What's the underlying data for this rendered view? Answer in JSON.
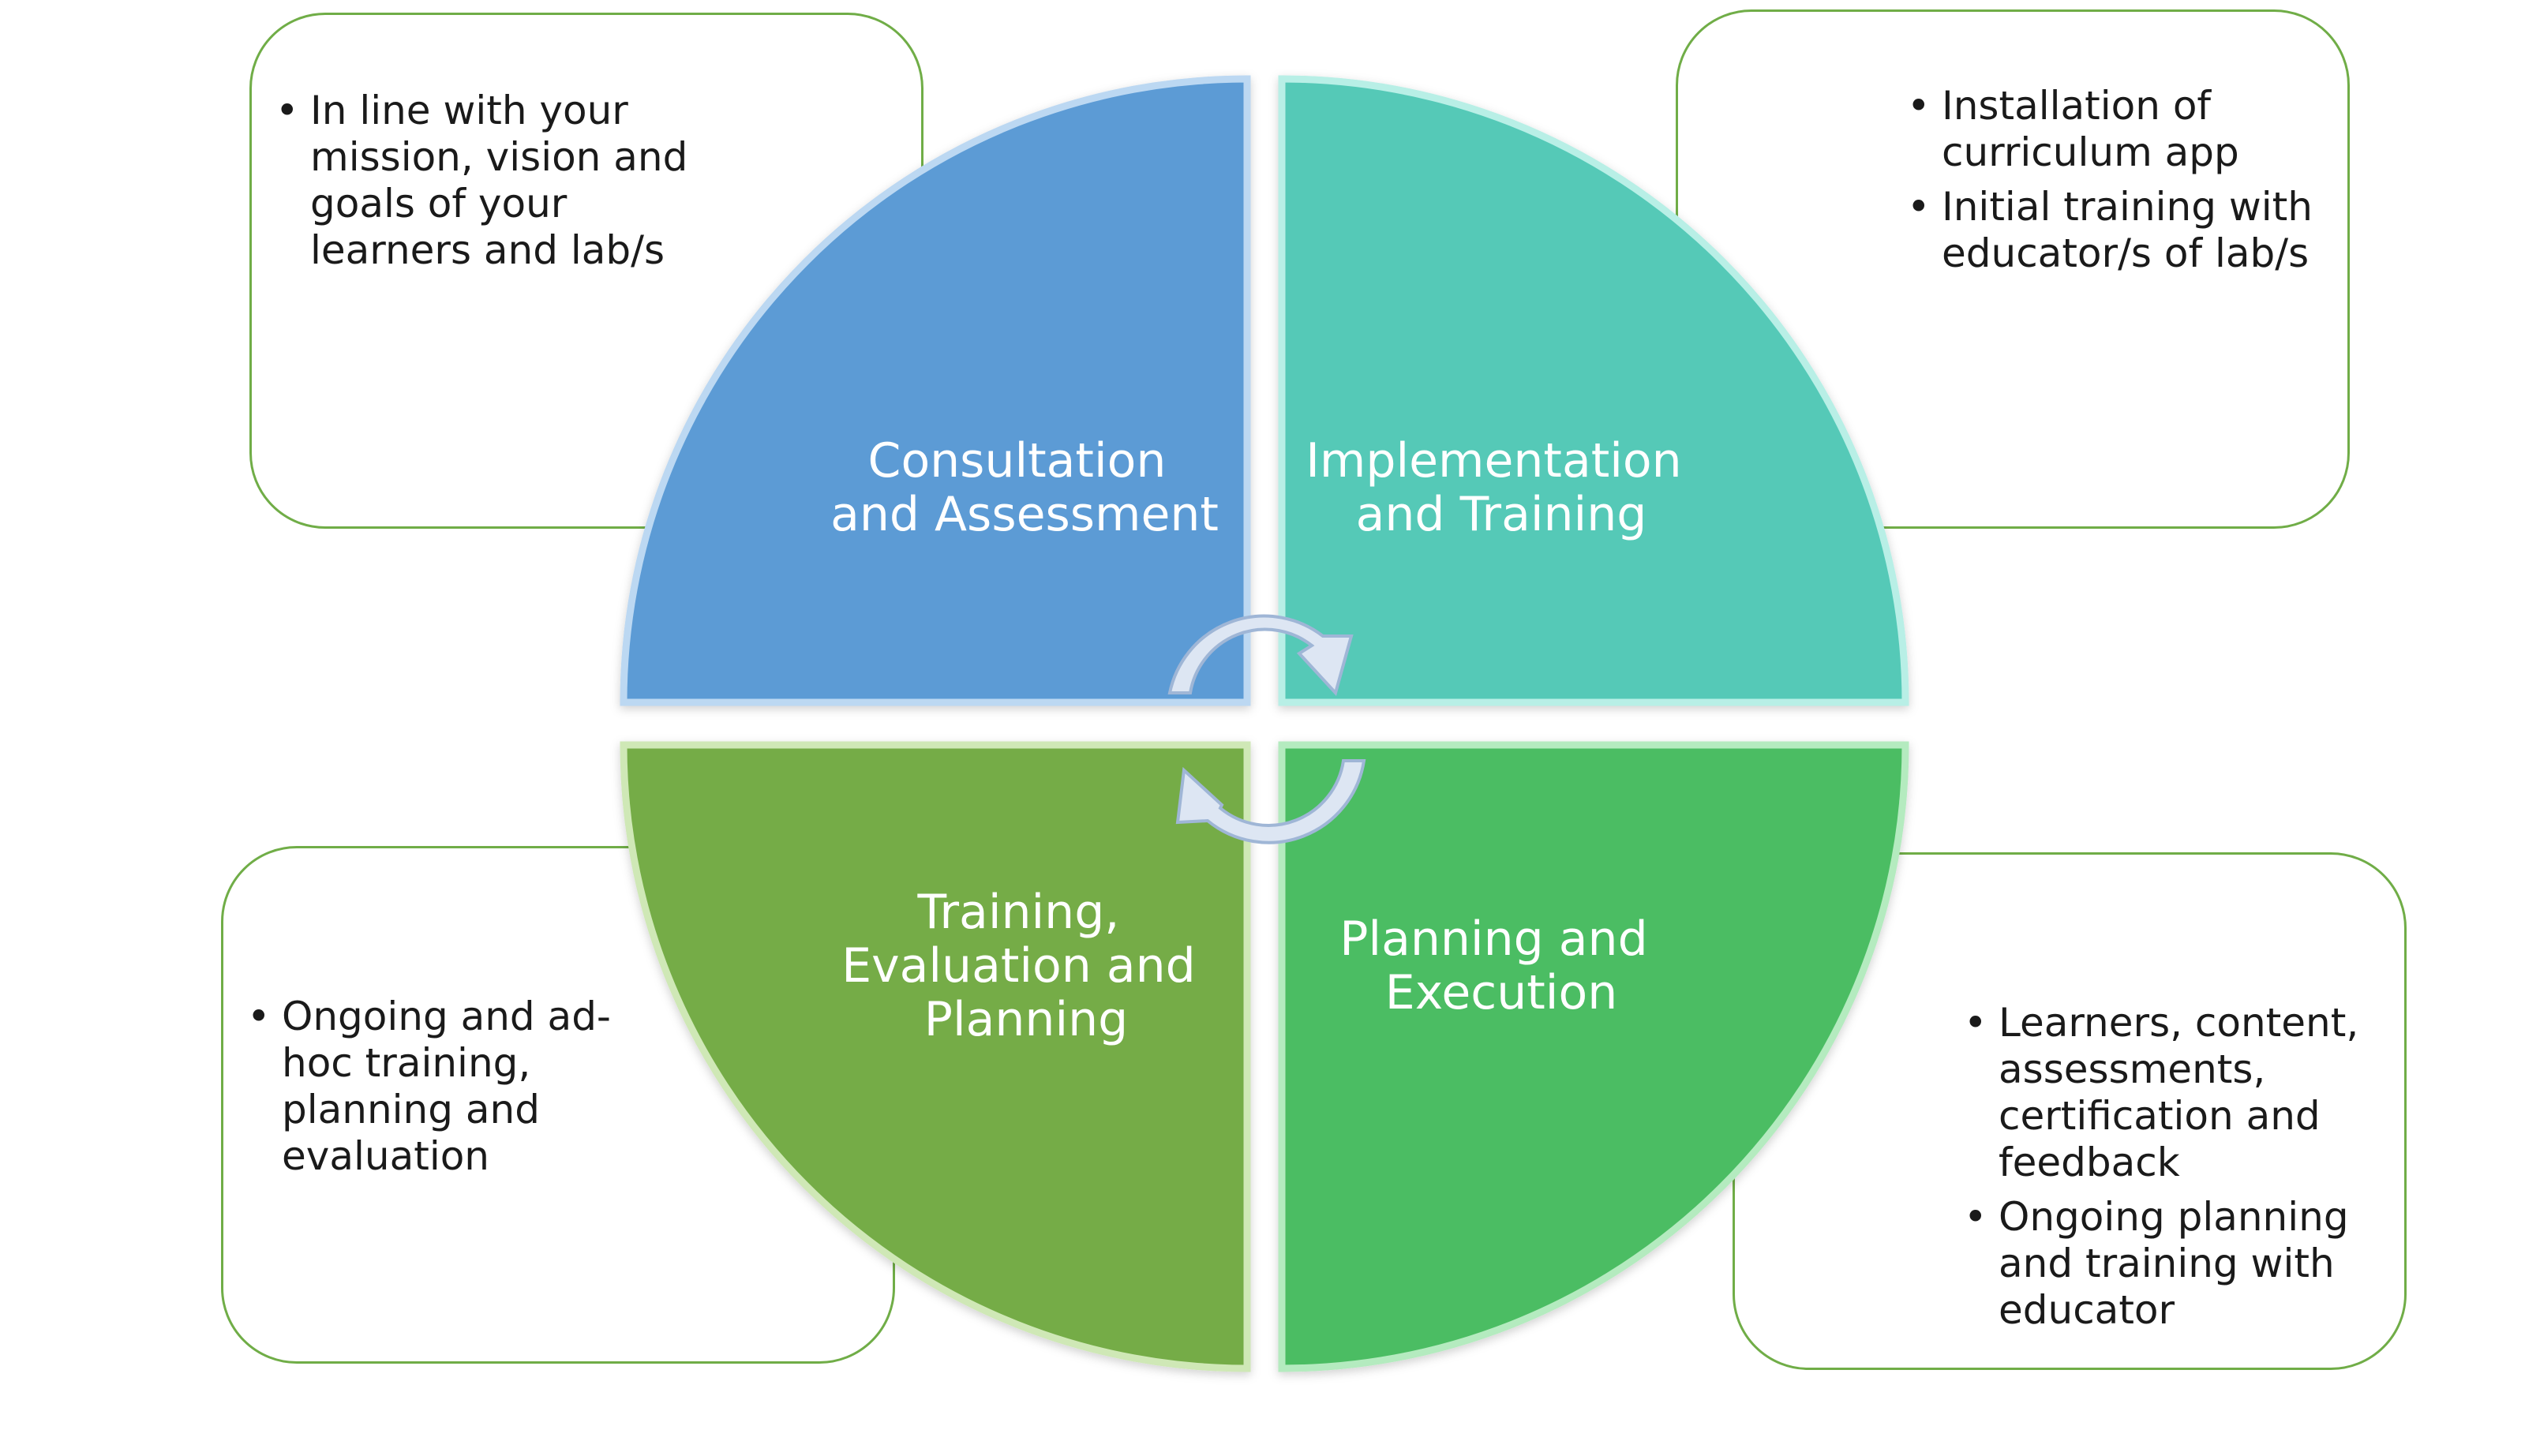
{
  "quadrants": {
    "top_left": {
      "label_lines": [
        "Consultation",
        "and Assessment"
      ],
      "color": "#5b9bd5",
      "bullets": [
        "In line with your mission, vision and goals of your learners and lab/s"
      ]
    },
    "top_right": {
      "label_lines": [
        "Implementation",
        "and Training"
      ],
      "color": "#54c9b7",
      "bullets": [
        "Installation of curriculum app",
        "Initial training with educator/s of lab/s"
      ]
    },
    "bottom_right": {
      "label_lines": [
        "Planning and",
        "Execution"
      ],
      "color": "#4bbd63",
      "bullets": [
        "Learners, content, assessments, certification and feedback",
        "Ongoing planning and training with educator"
      ]
    },
    "bottom_left": {
      "label_lines": [
        "Training,",
        "Evaluation and",
        "Planning"
      ],
      "color": "#74ac46",
      "bullets": [
        "Ongoing and ad-hoc training, planning and evaluation"
      ]
    }
  },
  "colors": {
    "box_border": "#70ad47",
    "cycle_arrows": "#dde6f3"
  }
}
